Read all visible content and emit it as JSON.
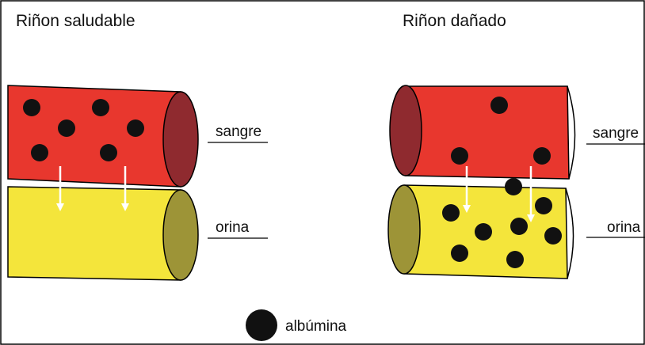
{
  "healthy": {
    "title": "Riñon saludable",
    "top_label": "sangre",
    "bottom_label": "orina"
  },
  "damaged": {
    "title": "Riñon dañado",
    "top_label": "sangre",
    "bottom_label": "orina"
  },
  "legend": {
    "label": "albúmina"
  },
  "colors": {
    "blood": "#e8372e",
    "blood_end": "#8f2a2f",
    "urine": "#f4e53b",
    "urine_end": "#9d9437",
    "dot": "#111111"
  }
}
